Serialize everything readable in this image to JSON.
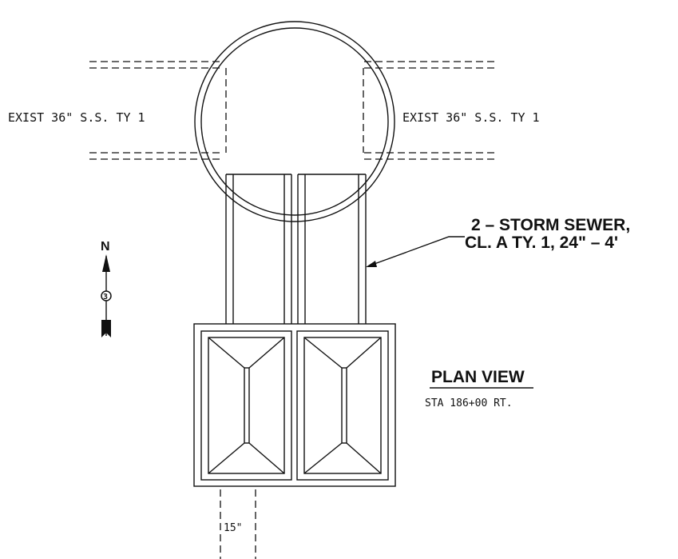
{
  "labels": {
    "exist_left": "EXIST 36\" S.S. TY 1",
    "exist_right": "EXIST 36\" S.S. TY 1",
    "storm_sewer_line1": "2 – STORM  SEWER,",
    "storm_sewer_line2": "CL. A  TY. 1, 24\" – 4'",
    "plan_view_title": "PLAN VIEW",
    "station": "STA 186+00 RT.",
    "outlet_size": "15\"",
    "north": "N",
    "north_badge": "3"
  }
}
